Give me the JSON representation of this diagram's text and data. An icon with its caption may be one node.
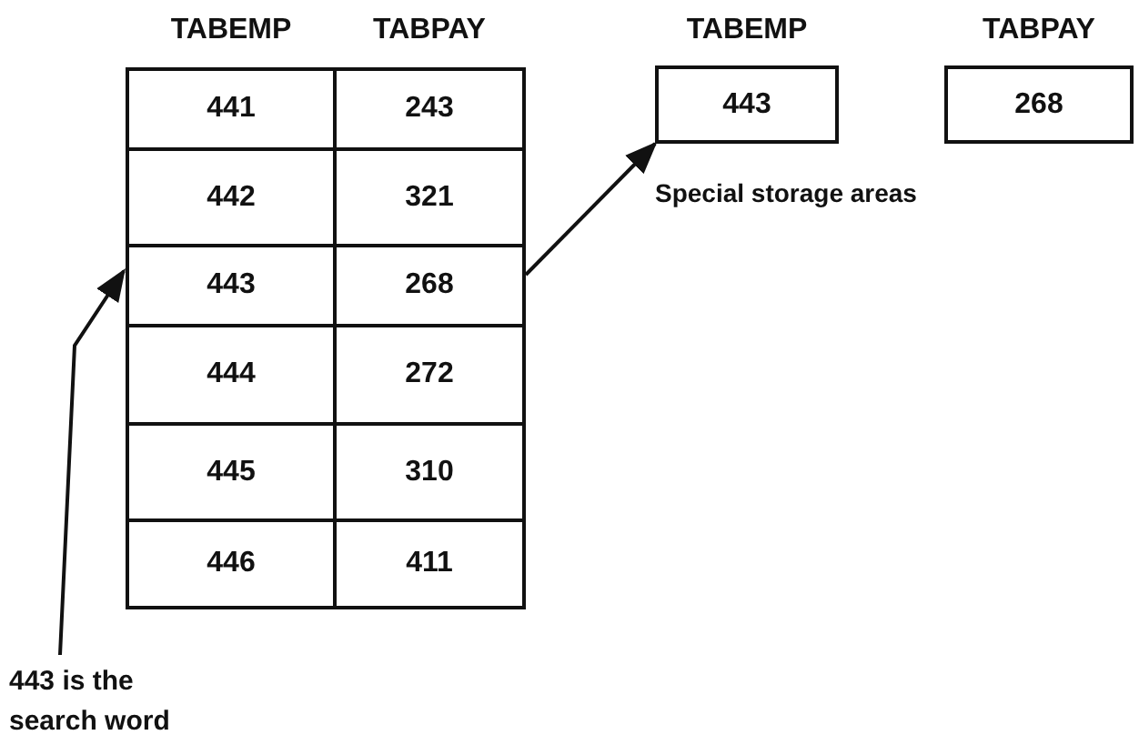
{
  "diagram": {
    "nodes": [
      {
        "text": [
          "441"
        ]
      },
      {
        "text": [
          "243"
        ]
      },
      {
        "text": [
          "442"
        ]
      },
      {
        "text": [
          "321"
        ]
      },
      {
        "text": [
          "443"
        ]
      },
      {
        "text": [
          "268"
        ]
      },
      {
        "text": [
          "444"
        ]
      },
      {
        "text": [
          "272"
        ]
      },
      {
        "text": [
          "445"
        ]
      },
      {
        "text": [
          "310"
        ]
      },
      {
        "text": [
          "446"
        ]
      },
      {
        "text": [
          "411"
        ]
      },
      {
        "text": [
          "TABEMP",
          "443"
        ]
      },
      {
        "text": [
          "TABPAY",
          "268"
        ]
      },
      {
        "text": [
          "443 is the search word"
        ]
      }
    ],
    "edges": [
      {
        "from": 14,
        "to": 4,
        "arrow": "to"
      },
      {
        "from": 5,
        "to": 12,
        "arrow": "to"
      }
    ],
    "labels": [
      "TABEMP",
      "TABPAY",
      "Special storage areas"
    ]
  }
}
